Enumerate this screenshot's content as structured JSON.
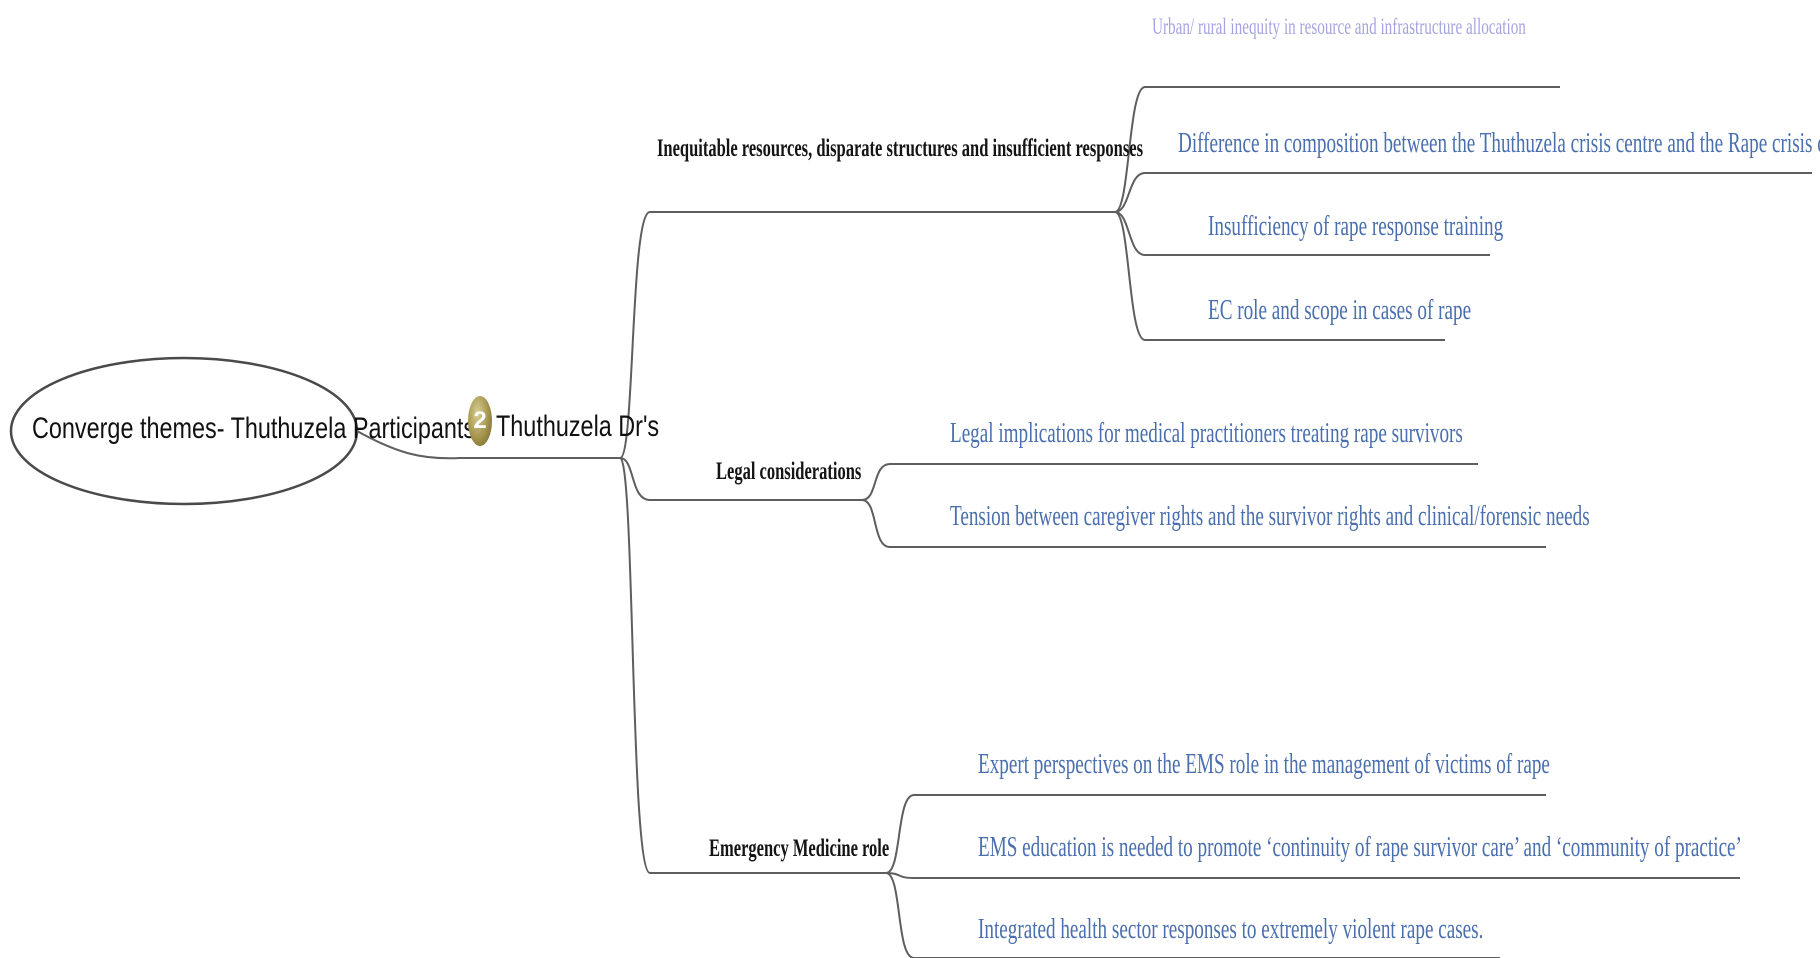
{
  "root": {
    "label": "Converge themes- Thuthuzela Participants"
  },
  "hub": {
    "label": "Thuthuzela Dr's",
    "badge": "2"
  },
  "themes": [
    {
      "label": "Inequitable resources, disparate structures and insufficient responses",
      "children": [
        "Urban/ rural inequity in resource and infrastructure allocation",
        "Difference in composition between the Thuthuzela crisis centre and the Rape crisis centre",
        "Insufficiency of rape response training",
        "EC role and scope in cases of rape"
      ]
    },
    {
      "label": "Legal considerations",
      "children": [
        "Legal implications for medical practitioners treating rape survivors",
        "Tension between caregiver rights and the survivor rights and clinical/forensic needs"
      ]
    },
    {
      "label": "Emergency Medicine role",
      "children": [
        "Expert perspectives on the EMS role in the management of victims of rape",
        "EMS education is needed to promote ‘continuity of rape survivor care’ and ‘community of practice’",
        "Integrated health sector responses to extremely violent rape cases."
      ]
    }
  ],
  "colors": {
    "line": "#5e5e5e",
    "theme_text": "#141414",
    "leaf_text": "#4a6fae",
    "faint_leaf_text": "#a6a4e0"
  }
}
